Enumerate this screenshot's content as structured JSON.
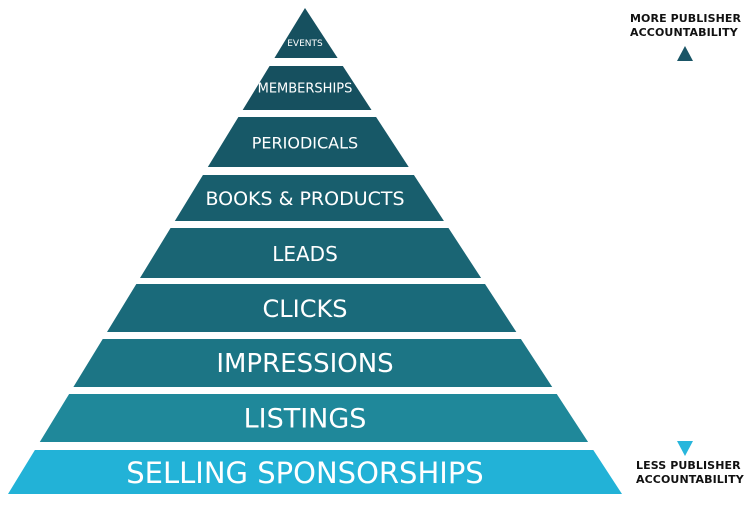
{
  "tiers": [
    {
      "label": "EVENTS",
      "color": "#16505f"
    },
    {
      "label": "MEMBERSHIPS",
      "color": "#16505f"
    },
    {
      "label": "PERIODICALS",
      "color": "#175867"
    },
    {
      "label": "BOOKS & PRODUCTS",
      "color": "#185e6d"
    },
    {
      "label": "LEADS",
      "color": "#1a6574"
    },
    {
      "label": "CLICKS",
      "color": "#1a6a7a"
    },
    {
      "label": "IMPRESSIONS",
      "color": "#1c7585"
    },
    {
      "label": "LISTINGS",
      "color": "#1f889a"
    },
    {
      "label": "SELLING SPONSORSHIPS",
      "color": "#22b2d7"
    }
  ],
  "scale": {
    "top_label": "MORE PUBLISHER ACCOUNTABILITY",
    "bottom_label": "LESS PUBLISHER ACCOUNTABILITY",
    "arrow_top_color": "#1a5566",
    "arrow_bottom_color": "#28b6dc"
  }
}
